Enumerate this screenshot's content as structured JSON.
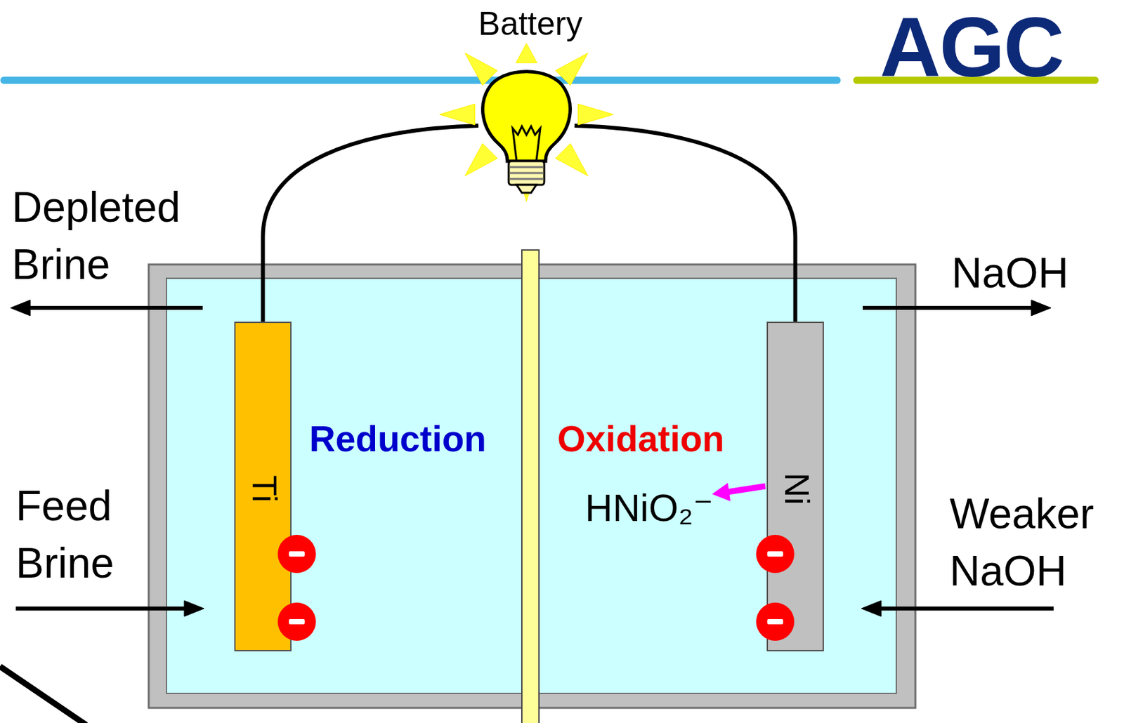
{
  "diagram": {
    "nodes": [
      {
        "text": [
          "Battery"
        ]
      },
      {
        "text": [
          "Ti"
        ]
      },
      {
        "text": [
          "Ni"
        ]
      }
    ],
    "edges": [
      {
        "from": 1,
        "to": 0,
        "arrow": "none"
      },
      {
        "from": 2,
        "to": 0,
        "arrow": "none"
      }
    ],
    "labels": [
      "AGC",
      "Depleted Brine",
      "Feed Brine",
      "Reduction",
      "Oxidation",
      "HNiO₂⁻",
      "NaOH",
      "Weaker NaOH"
    ]
  }
}
